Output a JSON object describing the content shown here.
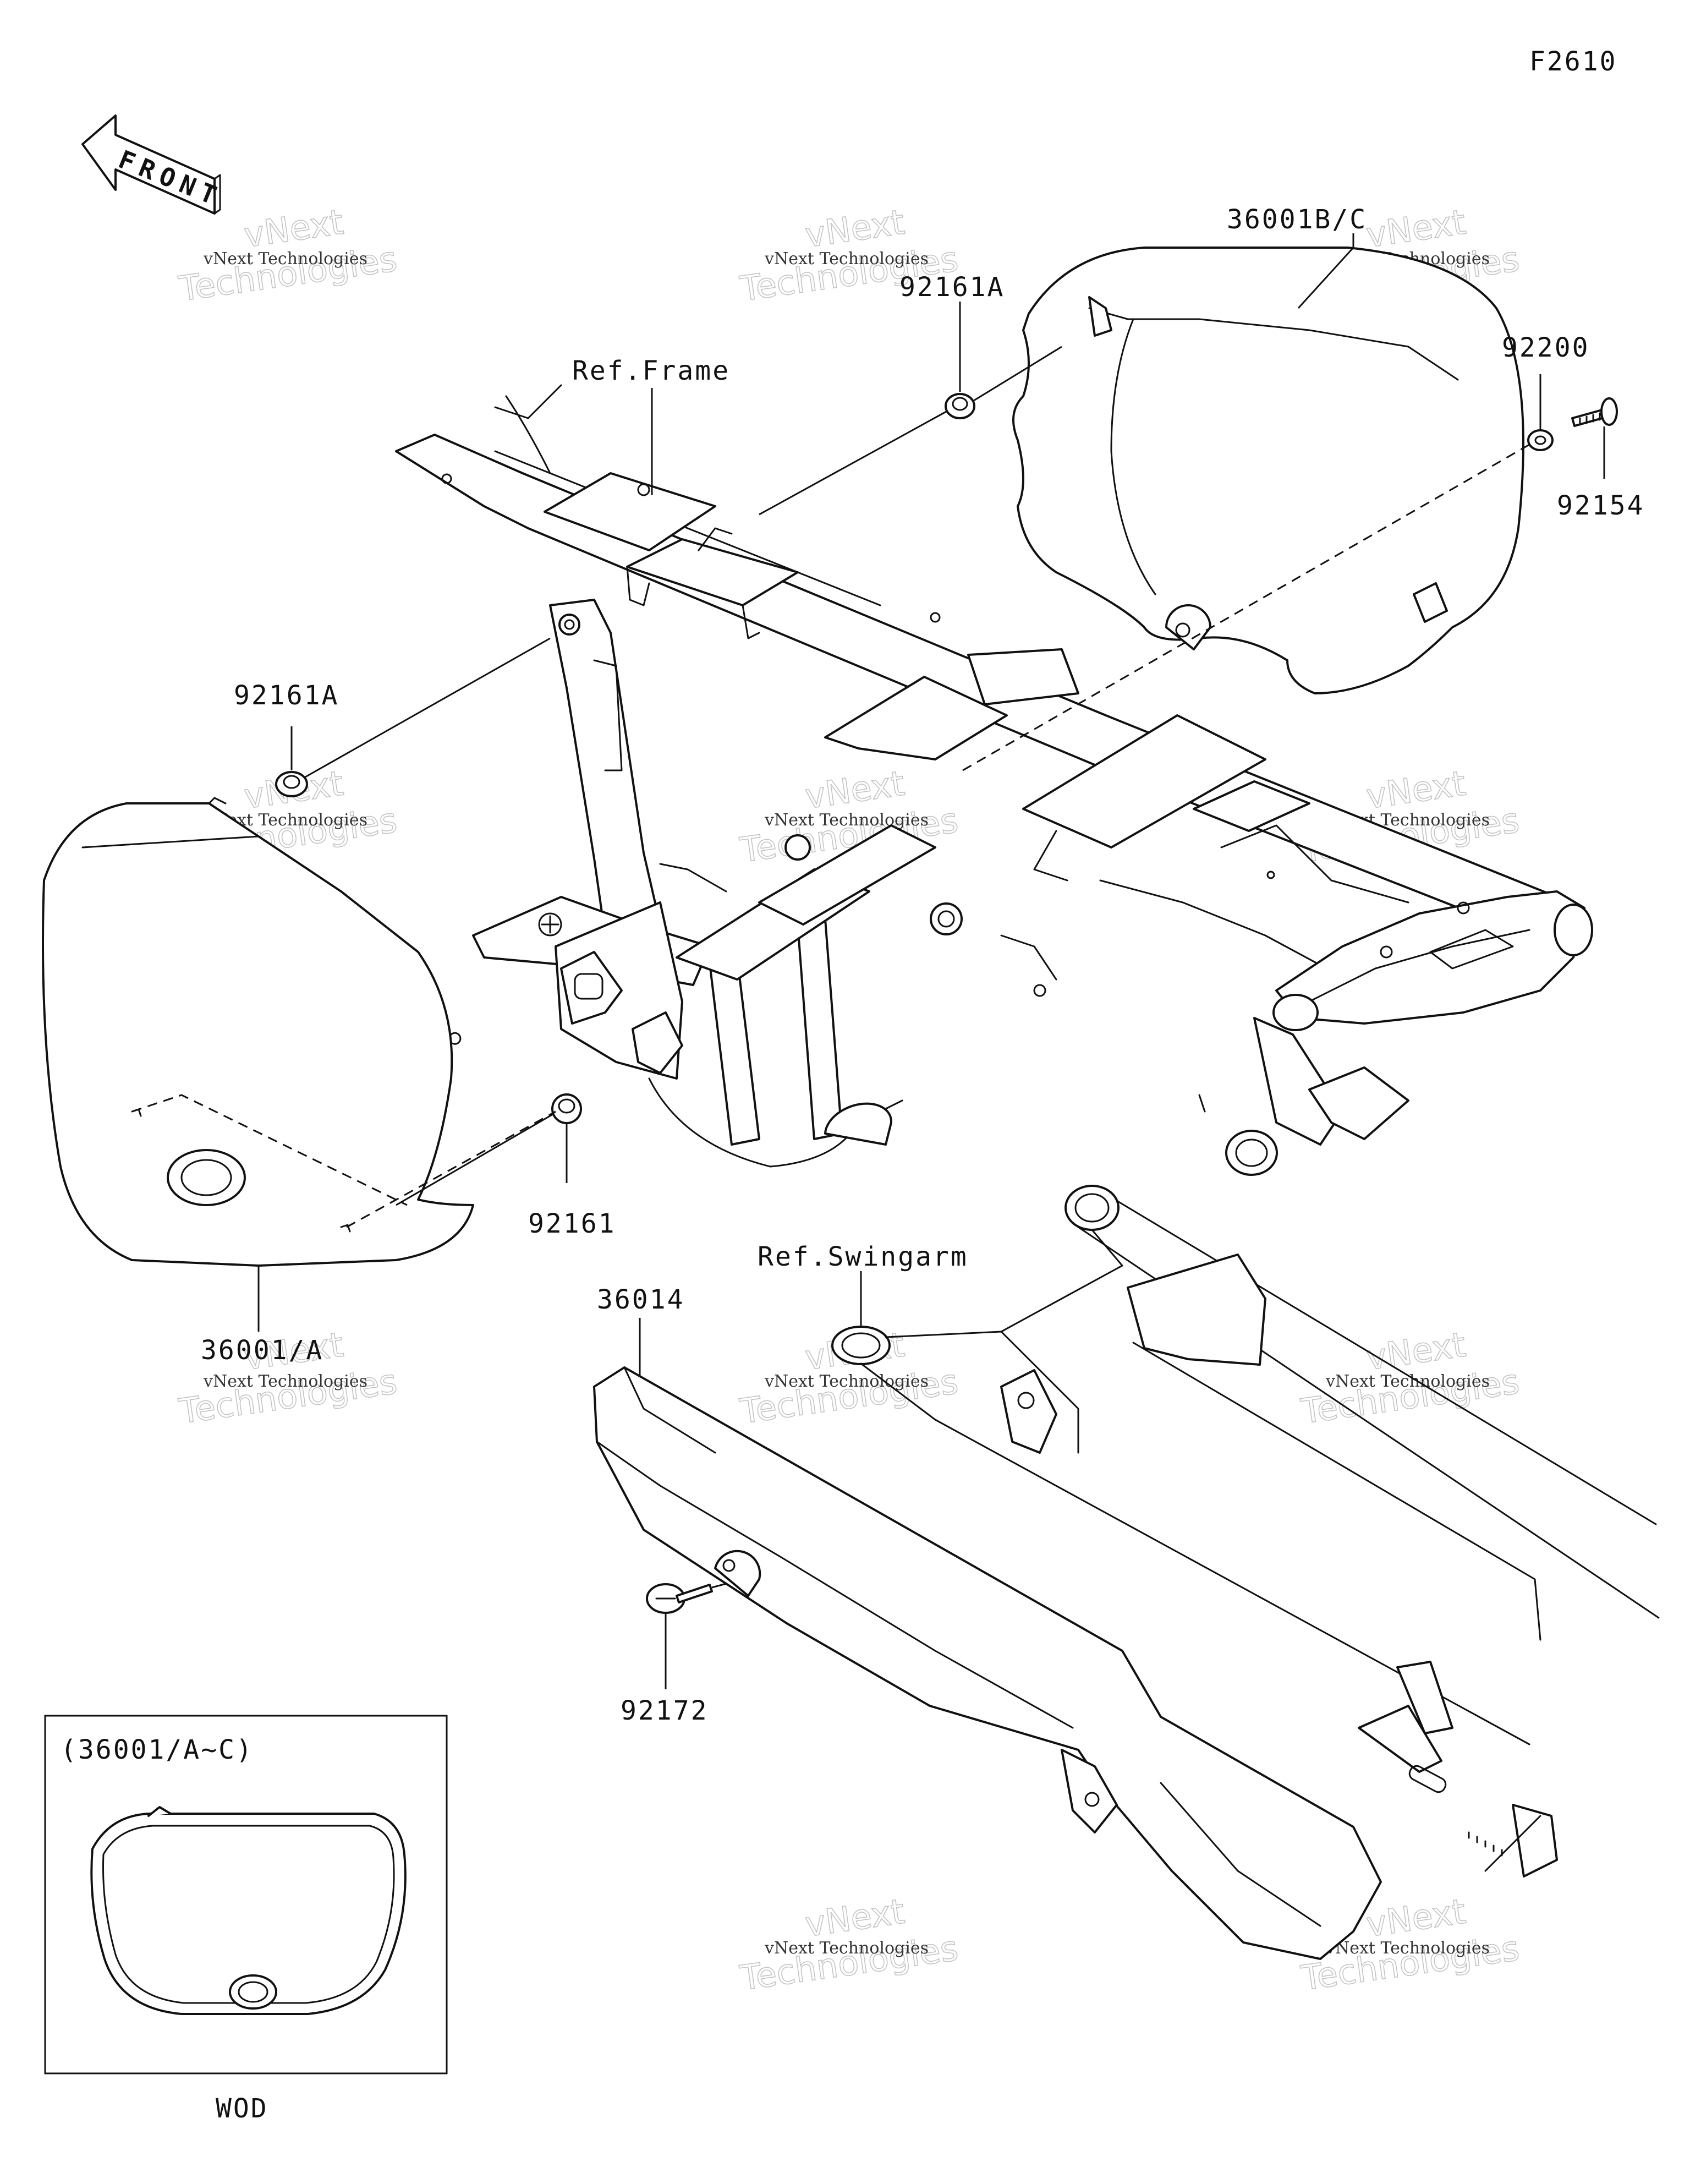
{
  "diagram_code": "F2610",
  "front_arrow_label": "FRONT",
  "labels": {
    "ref_frame": "Ref.Frame",
    "ref_swingarm": "Ref.Swingarm",
    "p36001bc": "36001B/C",
    "p92161a_top": "92161A",
    "p92200": "92200",
    "p92154": "92154",
    "p92161a_left": "92161A",
    "p92161": "92161",
    "p36001a": "36001/A",
    "p36014": "36014",
    "p92172": "92172"
  },
  "inset": {
    "title": "(36001/A~C)",
    "caption": "WOD"
  },
  "watermark": {
    "line1": "vNext Technologies",
    "line2": "Technologies",
    "overlay": "vNext"
  }
}
